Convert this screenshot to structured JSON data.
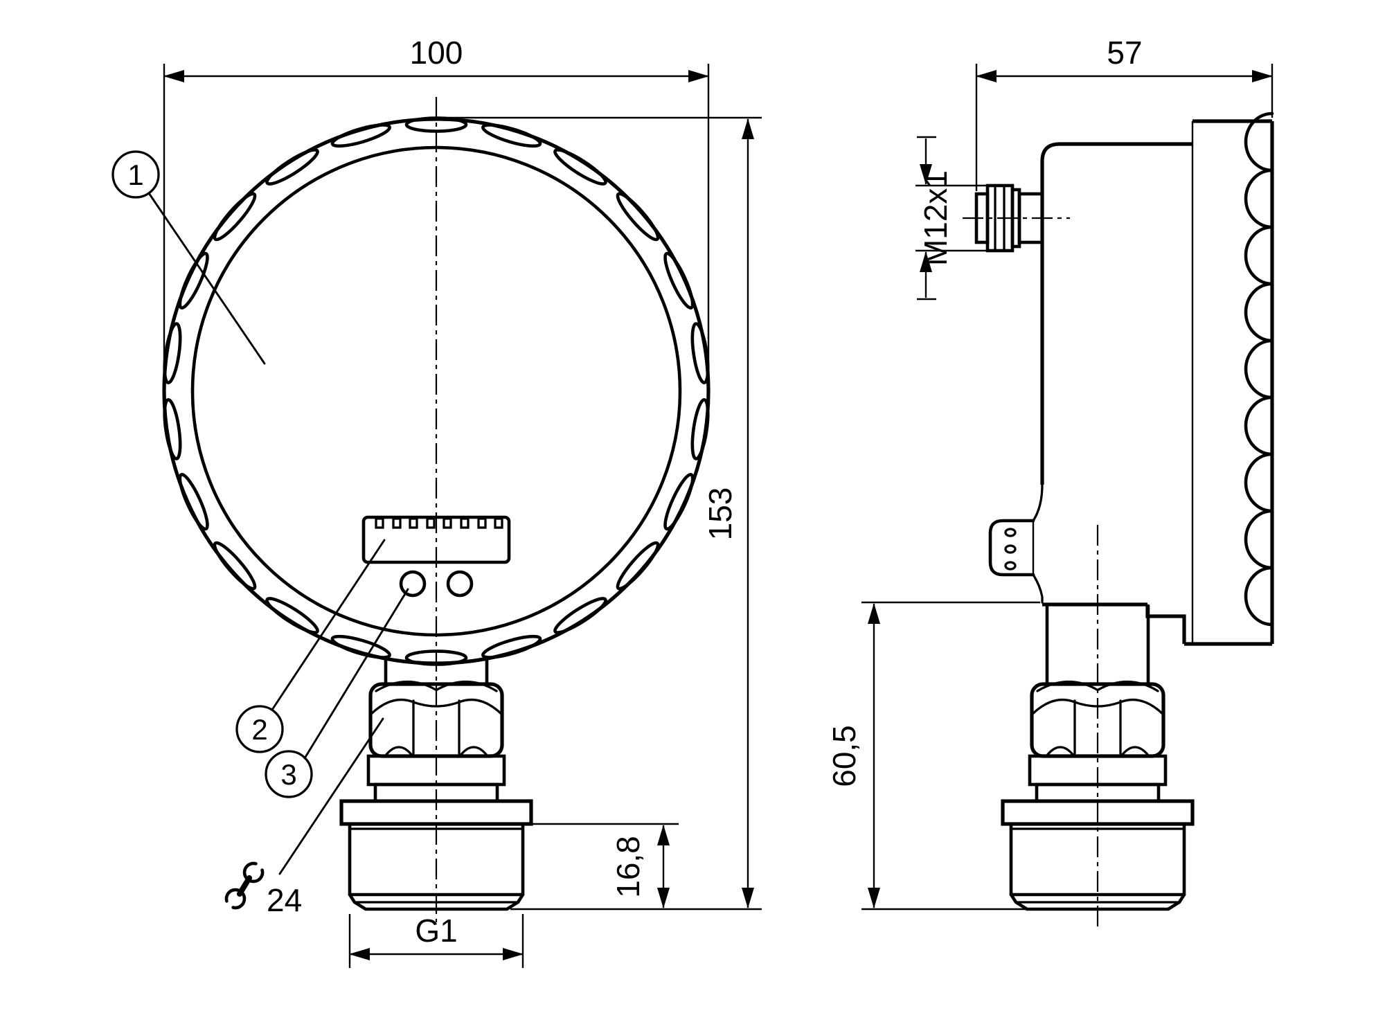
{
  "drawing_type": "technical-dimension-drawing",
  "colors": {
    "line": "#000000",
    "background": "#ffffff"
  },
  "dims": {
    "width": "100",
    "height": "153",
    "depth": "57",
    "lower_height": "60,5",
    "thread_length": "16,8",
    "process_thread": "G1",
    "connector_thread": "M12x1",
    "wrench_size": "24"
  },
  "callouts": {
    "c1": "1",
    "c2": "2",
    "c3": "3"
  }
}
